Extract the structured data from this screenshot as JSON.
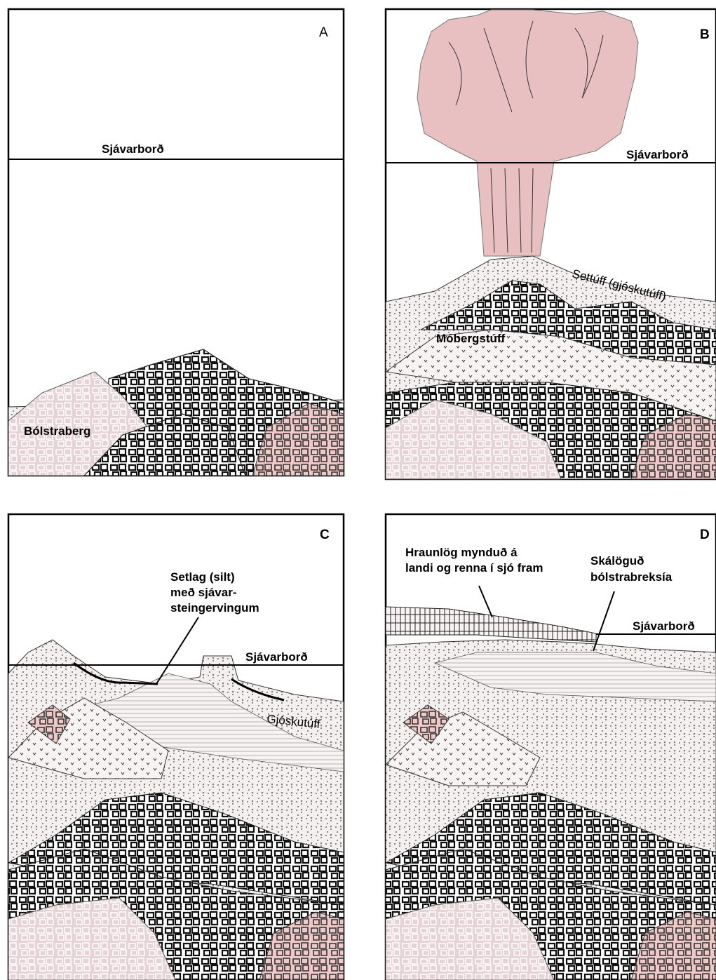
{
  "panels": [
    {
      "id": "A",
      "letter": "A",
      "sea_level": "Sjávarborð",
      "labels": {
        "pillow": "Bólstraberg"
      }
    },
    {
      "id": "B",
      "letter": "B",
      "sea_level": "Sjávarborð",
      "labels": {
        "settuff": "Settúff (gjóskutúff)",
        "mobergstuff": "Móbergstúff"
      }
    },
    {
      "id": "C",
      "letter": "C",
      "sea_level": "Sjávarborð",
      "labels": {
        "silt_line1": "Setlag (silt)",
        "silt_line2": "með sjávar-",
        "silt_line3": "steingervingum",
        "gjoskutuff": "Gjóskutúff"
      }
    },
    {
      "id": "D",
      "letter": "D",
      "sea_level": "Sjávarborð",
      "labels": {
        "lava_line1": "Hraunlög mynduð á",
        "lava_line2": "landi og renna í sjó fram",
        "breccia_line1": "Skálöguð",
        "breccia_line2": "bólstrabreksía"
      }
    }
  ],
  "colors": {
    "pillow_light": "#e6d3d6",
    "pillow_pink": "#efc9c8",
    "tuff": "#f2eeee",
    "plume": "#e8c0c2",
    "outline": "#000000"
  }
}
